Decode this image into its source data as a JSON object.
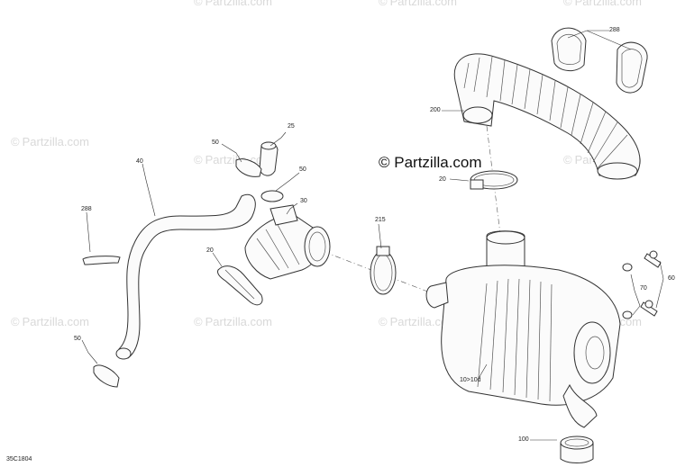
{
  "watermark_text": "Partzilla.com",
  "watermark_main": "© Partzilla.com",
  "drawing_code": "35C1804",
  "callouts": {
    "c288a": "288",
    "c200": "200",
    "c25": "25",
    "c50a": "50",
    "c40": "40",
    "c50b": "50",
    "c30": "30",
    "c20a": "20",
    "c288b": "288",
    "c215": "215",
    "c20b": "20",
    "c50c": "50",
    "c70": "70",
    "c60": "60",
    "c10": "10>10d",
    "c100": "100"
  }
}
